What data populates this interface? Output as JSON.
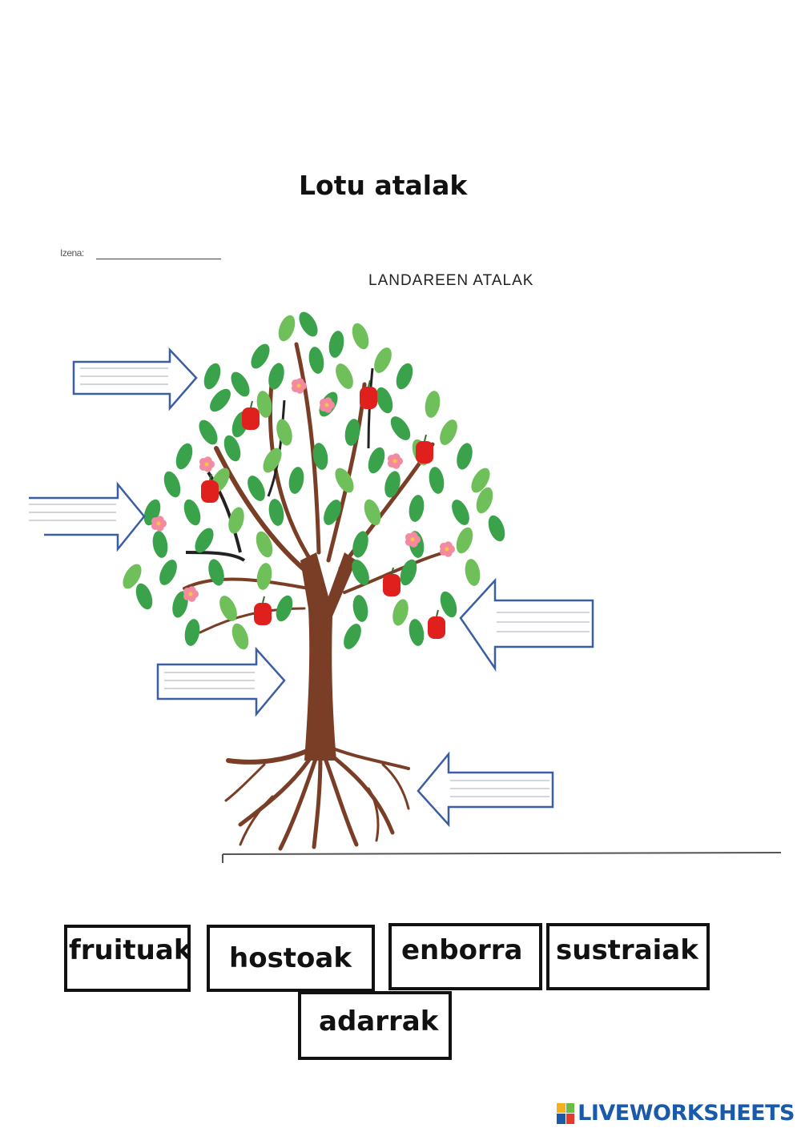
{
  "worksheet": {
    "title": "Lotu atalak",
    "name_label": "Izena:",
    "subtitle": "LANDAREEN ATALAK"
  },
  "answers": {
    "words": [
      {
        "label": "fruituak"
      },
      {
        "label": "hostoak"
      },
      {
        "label": "enborra"
      },
      {
        "label": "sustraiak"
      },
      {
        "label": "adarrak"
      }
    ]
  },
  "branding": {
    "text": "LIVEWORKSHEETS",
    "color": "#1a5aa8"
  },
  "colors": {
    "trunk": "#7a3e26",
    "leaf": "#3aa24a",
    "leaf_light": "#6fc05a",
    "fruit": "#e0201c",
    "flower": "#f48aa0",
    "arrow_outline": "#3b5ea3"
  }
}
